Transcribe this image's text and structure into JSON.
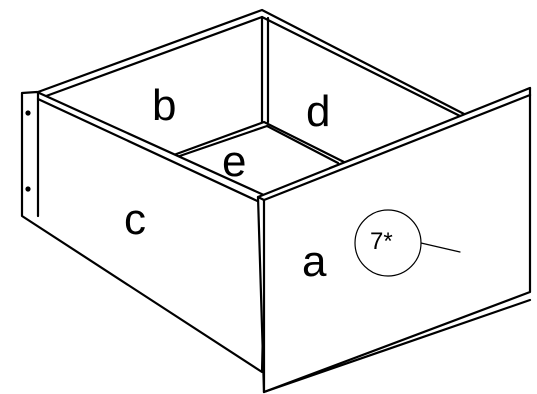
{
  "diagram": {
    "parts": {
      "a": "a",
      "b": "b",
      "c": "c",
      "d": "d",
      "e": "e"
    },
    "callout": "7*"
  },
  "colors": {
    "line": "#000000",
    "background": "#ffffff"
  }
}
